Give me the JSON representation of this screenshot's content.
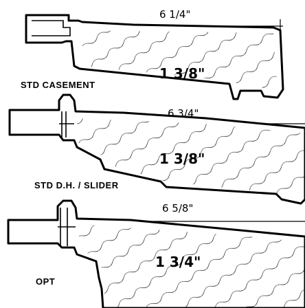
{
  "profiles": [
    {
      "id": "casement",
      "width_label": "6 1/4\"",
      "thickness_label": "1 3/8\"",
      "type_label": "STD  CASEMENT"
    },
    {
      "id": "dh-slider",
      "width_label": "6 3/4\"",
      "thickness_label": "1 3/8\"",
      "type_label": "STD  D.H. / SLIDER"
    },
    {
      "id": "opt",
      "width_label": "6 5/8\"",
      "thickness_label": "1 3/4\"",
      "type_label": "OPT"
    }
  ],
  "colors": {
    "line": "#000000",
    "background": "#ffffff"
  }
}
